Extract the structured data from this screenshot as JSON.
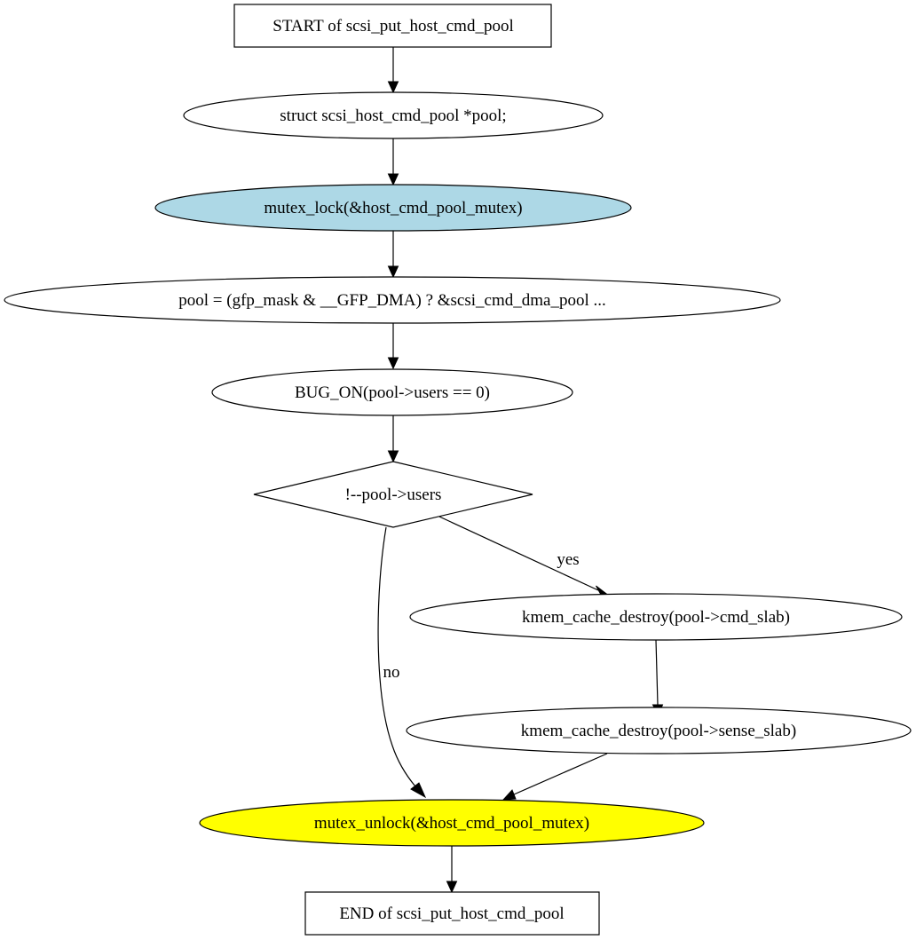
{
  "diagram": {
    "type": "flowchart",
    "nodes": {
      "start": {
        "text": "START of scsi_put_host_cmd_pool",
        "shape": "box"
      },
      "decl": {
        "text": "struct scsi_host_cmd_pool *pool;",
        "shape": "ellipse"
      },
      "lock": {
        "text": "mutex_lock(&host_cmd_pool_mutex)",
        "shape": "ellipse",
        "fill": "#add8e6"
      },
      "assign": {
        "text": "pool = (gfp_mask & __GFP_DMA) ? &scsi_cmd_dma_pool  ...",
        "shape": "ellipse"
      },
      "bug": {
        "text": "BUG_ON(pool->users == 0)",
        "shape": "ellipse"
      },
      "cond": {
        "text": "!--pool->users",
        "shape": "diamond"
      },
      "destroy_cmd": {
        "text": "kmem_cache_destroy(pool->cmd_slab)",
        "shape": "ellipse"
      },
      "destroy_sense": {
        "text": "kmem_cache_destroy(pool->sense_slab)",
        "shape": "ellipse"
      },
      "unlock": {
        "text": "mutex_unlock(&host_cmd_pool_mutex)",
        "shape": "ellipse",
        "fill": "#ffff00"
      },
      "end": {
        "text": "END of scsi_put_host_cmd_pool",
        "shape": "box"
      }
    },
    "edges": [
      {
        "from": "start",
        "to": "decl",
        "label": ""
      },
      {
        "from": "decl",
        "to": "lock",
        "label": ""
      },
      {
        "from": "lock",
        "to": "assign",
        "label": ""
      },
      {
        "from": "assign",
        "to": "bug",
        "label": ""
      },
      {
        "from": "bug",
        "to": "cond",
        "label": ""
      },
      {
        "from": "cond",
        "to": "destroy_cmd",
        "label": "yes"
      },
      {
        "from": "cond",
        "to": "unlock",
        "label": "no"
      },
      {
        "from": "destroy_cmd",
        "to": "destroy_sense",
        "label": ""
      },
      {
        "from": "destroy_sense",
        "to": "unlock",
        "label": ""
      },
      {
        "from": "unlock",
        "to": "end",
        "label": ""
      }
    ],
    "edge_labels": {
      "yes": "yes",
      "no": "no"
    }
  }
}
